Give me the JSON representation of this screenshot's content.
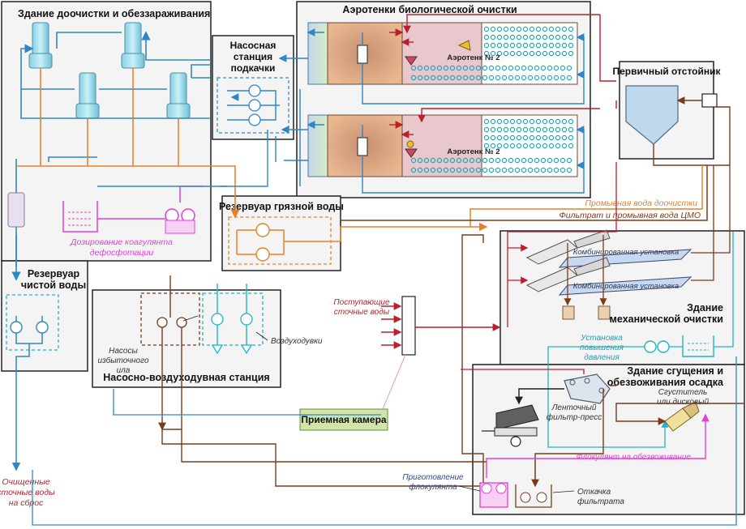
{
  "buildings": {
    "post_treatment": "Здание доочистки и обеззараживания",
    "pump_station_line1": "Насосная",
    "pump_station_line2": "станция",
    "pump_station_line3": "подкачки",
    "aeration": "Аэротенки биологической очистки",
    "primary_clarifier": "Первичный отстойник",
    "dirty_water_tank": "Резервуар грязной воды",
    "clean_water_tank_line1": "Резервуар",
    "clean_water_tank_line2": "чистой воды",
    "pump_blower_station": "Насосно-воздуходувная станция",
    "mechanical_line1": "Здание",
    "mechanical_line2": "механической очистки",
    "sludge_line1": "Здание сгущения и",
    "sludge_line2": "обезвоживания осадка",
    "receiving_chamber": "Приемная камера"
  },
  "labels": {
    "aerotank_1": "Аэротенк № 2",
    "aerotank_2": "Аэротенк № 2",
    "coagulant_line1": "Дозирование коагулянта",
    "coagulant_line2": "дефосфотации",
    "wash_water": "Промывная вода доочистки",
    "filtrate_wash": "Фильтрат и промывная вода ЦМО",
    "combined_unit_1": "Комбинированная установка",
    "combined_unit_2": "Комбинированная установка",
    "incoming_line1": "Поступающие",
    "incoming_line2": "сточные воды",
    "excess_pumps_line1": "Насосы",
    "excess_pumps_line2": "избыточного",
    "excess_pumps_line3": "ила",
    "blowers": "Воздуходувки",
    "pressure_line1": "Установка",
    "pressure_line2": "повышения",
    "pressure_line3": "давления",
    "thickener_line1": "Сгуститель",
    "thickener_line2": "или дисковый",
    "belt_press_line1": "Ленточный",
    "belt_press_line2": "фильтр-пресс",
    "flocculant_dewatering": "Флокулянт на обезвоживание",
    "flocculant_prep_line1": "Приготовление",
    "flocculant_prep_line2": "флокулянта",
    "filtrate_pump_line1": "Откачка",
    "filtrate_pump_line2": "фильтрата",
    "treated_line1": "Очищенные",
    "treated_line2": "сточные воды",
    "treated_line3": "на сброс"
  },
  "colors": {
    "blue": "#2e86c8",
    "orange": "#e8822a",
    "brown": "#7a3b1c",
    "red": "#b8202a",
    "cyan": "#20b4c8",
    "magenta": "#e040d8",
    "tan": "#c8a070",
    "green_box": "#cfe6a8"
  }
}
